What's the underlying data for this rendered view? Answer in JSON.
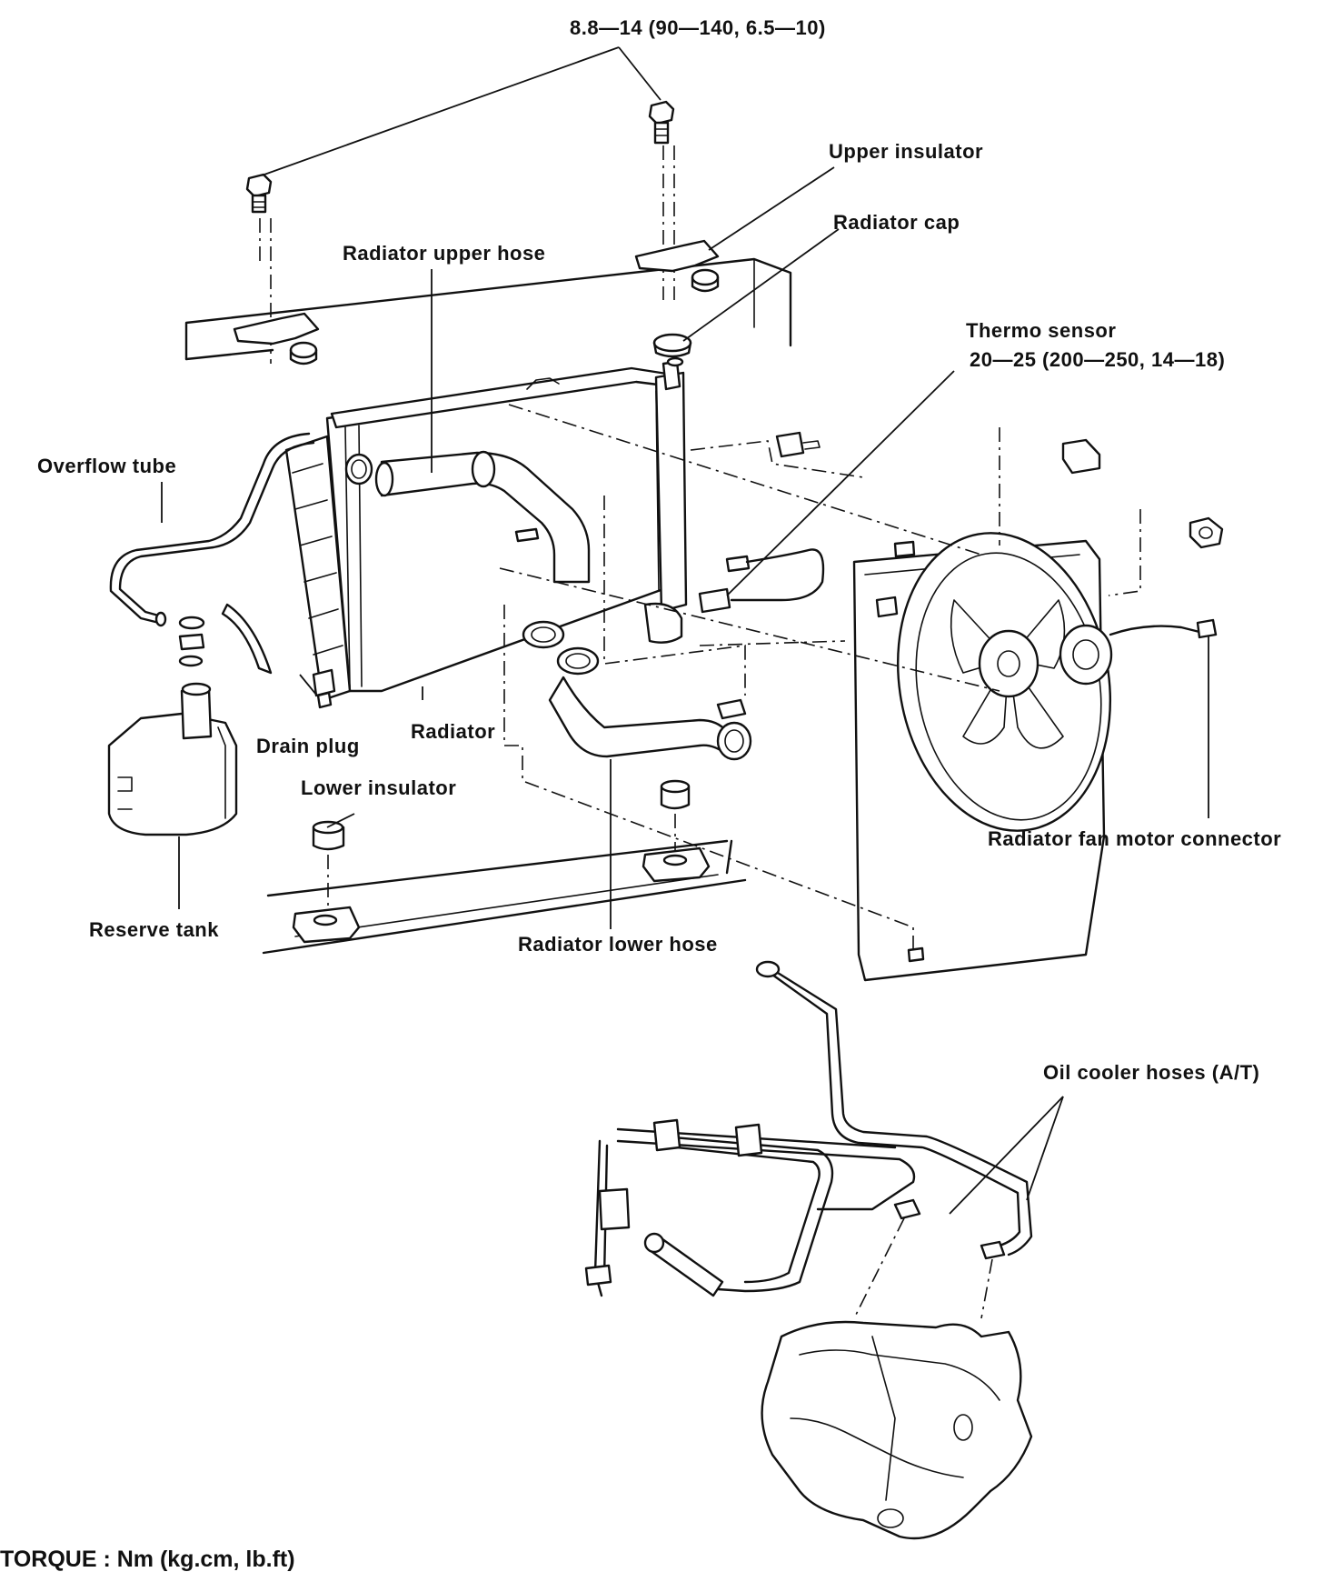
{
  "labels": {
    "bolt_torque": "8.8—14 (90—140, 6.5—10)",
    "upper_insulator": "Upper insulator",
    "radiator_cap": "Radiator cap",
    "radiator_upper_hose": "Radiator upper hose",
    "thermo_sensor": "Thermo sensor",
    "thermo_sensor_torque": "20—25 (200—250, 14—18)",
    "overflow_tube": "Overflow tube",
    "drain_plug": "Drain plug",
    "radiator": "Radiator",
    "lower_insulator": "Lower insulator",
    "radiator_fan_motor_connector": "Radiator fan motor connector",
    "reserve_tank": "Reserve tank",
    "radiator_lower_hose": "Radiator lower hose",
    "oil_cooler_hoses": "Oil cooler hoses (A/T)"
  },
  "footer": {
    "torque_units": "TORQUE : Nm (kg.cm, lb.ft)"
  }
}
